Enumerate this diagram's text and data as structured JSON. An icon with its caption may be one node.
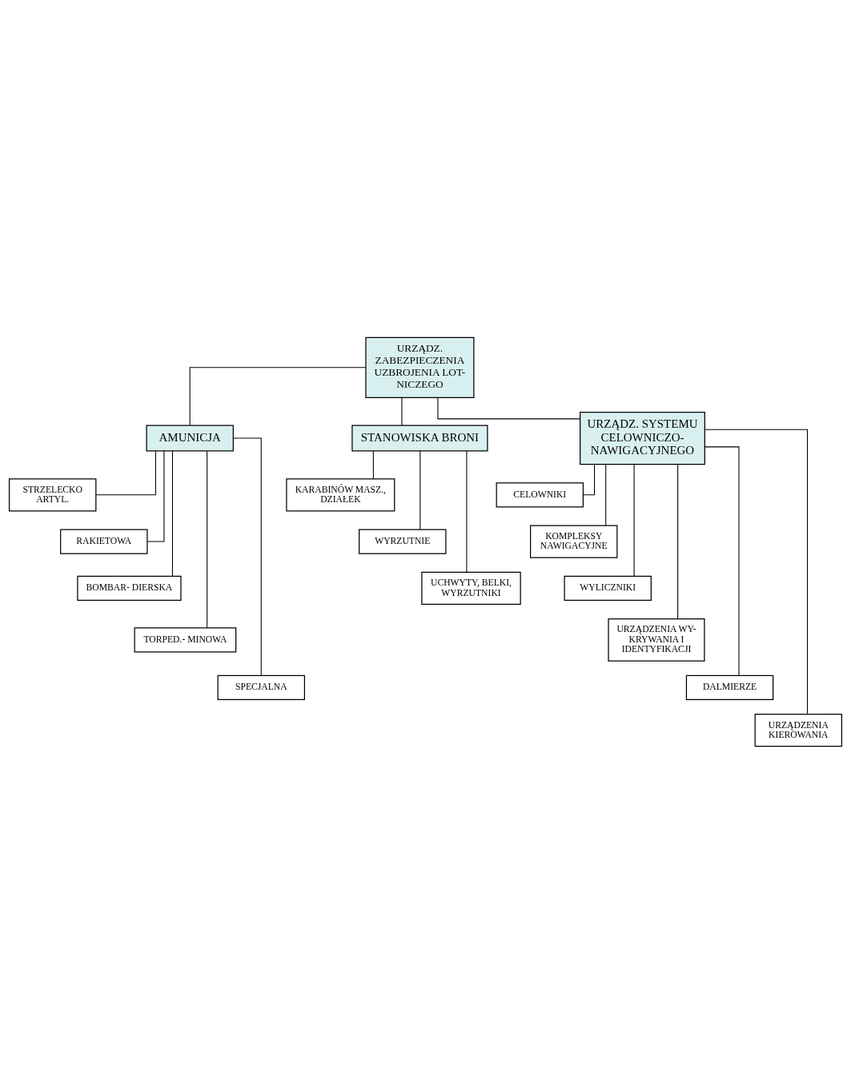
{
  "diagram": {
    "nodes": [
      {
        "text": [
          "URZĄDZ. ZABEZPIECZENIA UZBROJENIA LOT- NICZEGO"
        ]
      },
      {
        "text": [
          "AMUNICJA"
        ]
      },
      {
        "text": [
          "STANOWISKA BRONI"
        ]
      },
      {
        "text": [
          "URZĄDZ. SYSTEMU CELOWNICZO- NAWIGACYJNEGO"
        ]
      },
      {
        "text": [
          "STRZELECKO ARTYL."
        ]
      },
      {
        "text": [
          "RAKIETOWA"
        ]
      },
      {
        "text": [
          "BOMBAR- DIERSKA"
        ]
      },
      {
        "text": [
          "TORPED.- MINOWA"
        ]
      },
      {
        "text": [
          "SPECJALNA"
        ]
      },
      {
        "text": [
          "KARABINÓW MASZ., DZIAŁEK"
        ]
      },
      {
        "text": [
          "WYRZUTNIE"
        ]
      },
      {
        "text": [
          "UCHWYTY, BELKI, WYRZUTNIKI"
        ]
      },
      {
        "text": [
          "CELOWNIKI"
        ]
      },
      {
        "text": [
          "KOMPLEKSY NAWIGACYJNE"
        ]
      },
      {
        "text": [
          "WYLICZNIKI"
        ]
      },
      {
        "text": [
          "URZĄDZENIA WY- KRYWANIA I IDENTYFIKACJI"
        ]
      },
      {
        "text": [
          "DALMIERZE"
        ]
      },
      {
        "text": [
          "URZĄDZENIA KIEROWANIA"
        ]
      }
    ],
    "edges": [
      {
        "from": 0,
        "to": 1,
        "arrow": "none"
      },
      {
        "from": 0,
        "to": 2,
        "arrow": "none"
      },
      {
        "from": 0,
        "to": 3,
        "arrow": "none"
      },
      {
        "from": 1,
        "to": 4,
        "arrow": "none"
      },
      {
        "from": 1,
        "to": 5,
        "arrow": "none"
      },
      {
        "from": 1,
        "to": 6,
        "arrow": "none"
      },
      {
        "from": 1,
        "to": 7,
        "arrow": "none"
      },
      {
        "from": 1,
        "to": 8,
        "arrow": "none"
      },
      {
        "from": 2,
        "to": 9,
        "arrow": "none"
      },
      {
        "from": 2,
        "to": 10,
        "arrow": "none"
      },
      {
        "from": 2,
        "to": 11,
        "arrow": "none"
      },
      {
        "from": 3,
        "to": 12,
        "arrow": "none"
      },
      {
        "from": 3,
        "to": 13,
        "arrow": "none"
      },
      {
        "from": 3,
        "to": 14,
        "arrow": "none"
      },
      {
        "from": 3,
        "to": 15,
        "arrow": "none"
      },
      {
        "from": 3,
        "to": 16,
        "arrow": "none"
      },
      {
        "from": 3,
        "to": 17,
        "arrow": "none"
      }
    ]
  }
}
